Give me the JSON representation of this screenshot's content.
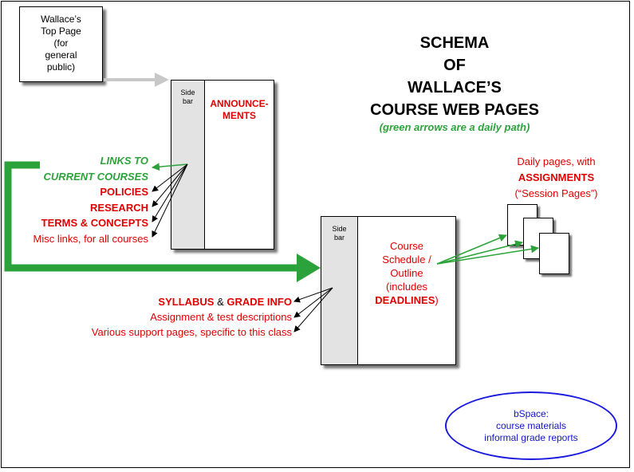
{
  "title": {
    "line1": "SCHEMA",
    "line2": "OF",
    "line3": "WALLACE’S",
    "line4": "COURSE WEB PAGES"
  },
  "subtitle": "(green arrows are a daily path)",
  "top_page": {
    "line1": "Wallace’s",
    "line2": "Top Page",
    "line3": "(for",
    "line4": "general",
    "line5": "public)"
  },
  "main_page": {
    "sidebar_line1": "Side",
    "sidebar_line2": "bar",
    "content_line1": "ANNOUNCE-",
    "content_line2": "MENTS"
  },
  "main_links": {
    "links1": "LINKS TO",
    "links2": "CURRENT COURSES",
    "policies": "POLICIES",
    "research": "RESEARCH",
    "terms": "TERMS & CONCEPTS",
    "misc": "Misc links, for all courses"
  },
  "course_page": {
    "sidebar_line1": "Side",
    "sidebar_line2": "bar",
    "line1": "Course",
    "line2": "Schedule /",
    "line3": "Outline",
    "line4": "(includes",
    "line5_bold": "DEADLINES",
    "line5_rest": ")"
  },
  "course_links": {
    "syllabus_bold": "SYLLABUS",
    "amp": " & ",
    "grade_bold": "GRADE INFO",
    "assignment": "Assignment & test descriptions",
    "various": "Various support pages, specific to this class"
  },
  "daily": {
    "line1": "Daily pages, with",
    "line2": "ASSIGNMENTS",
    "line3": "(“Session Pages”)"
  },
  "bspace": {
    "line1": "bSpace:",
    "line2": "course materials",
    "line3": "informal grade reports"
  },
  "colors": {
    "red": "#e10000",
    "green": "#2ca33a",
    "blue": "#1a1adf",
    "sidebar_gray": "#e3e3e3",
    "gray_arrow": "#c8c8c8"
  }
}
